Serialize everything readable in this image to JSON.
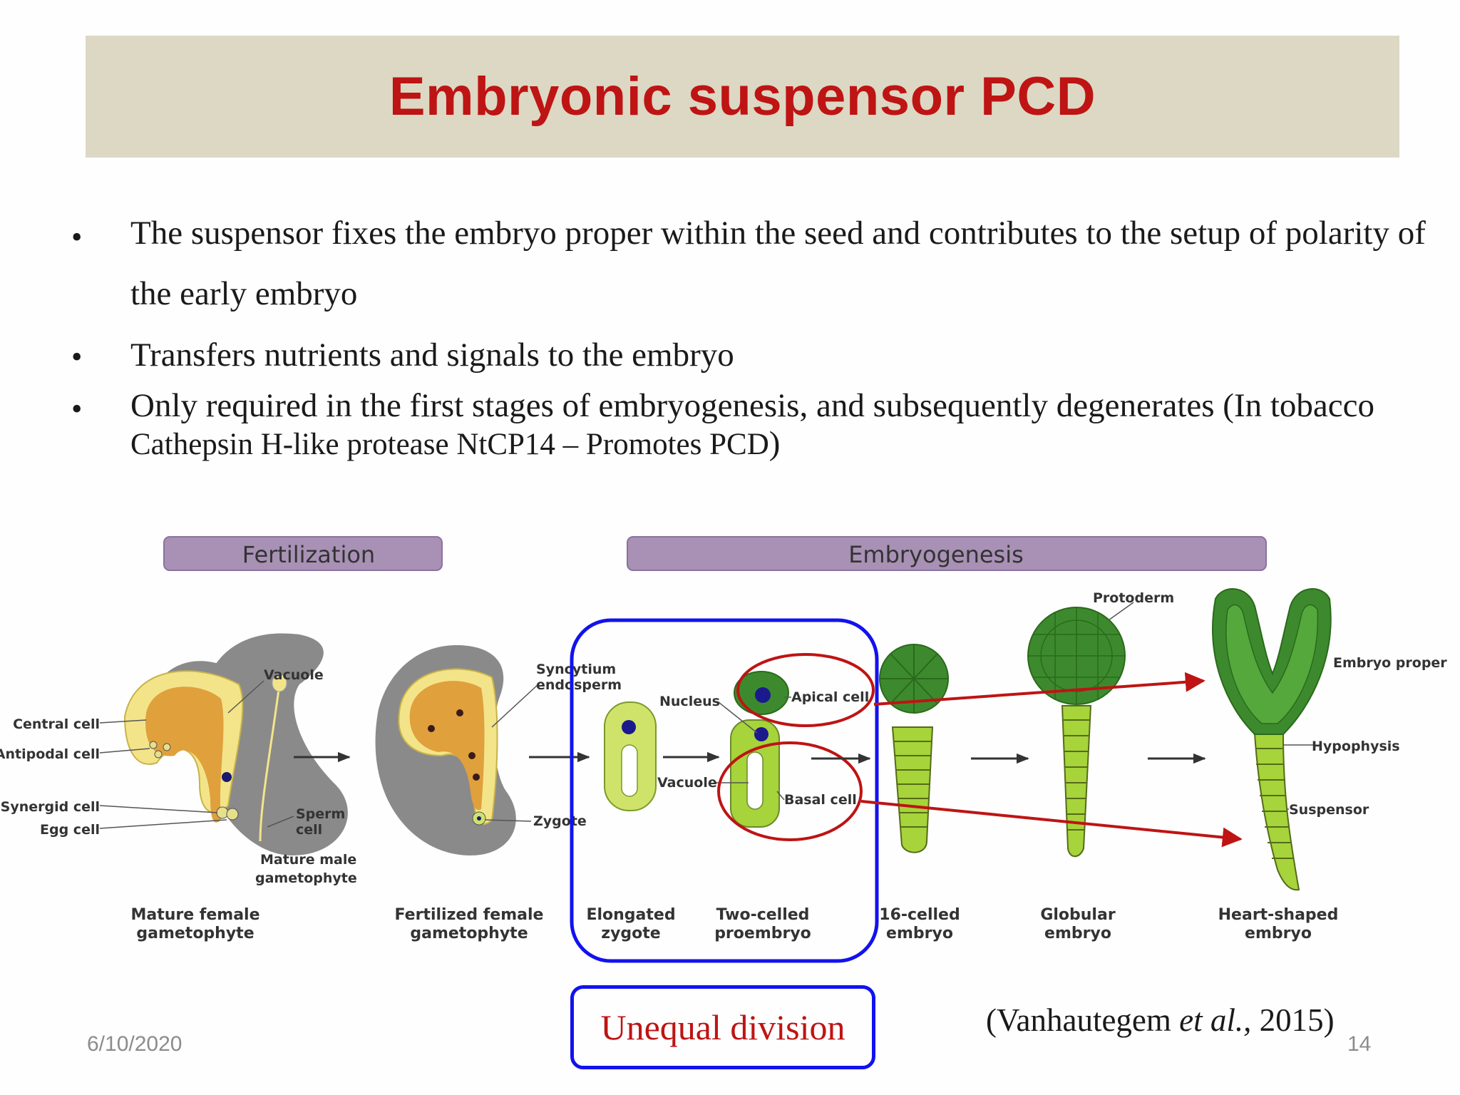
{
  "slide": {
    "title": "Embryonic suspensor PCD",
    "date": "6/10/2020",
    "page_number": "14"
  },
  "bullets": [
    {
      "text": "The suspensor fixes the embryo proper within the seed and contributes to the setup of polarity of the early embryo"
    },
    {
      "text": "Transfers nutrients and signals to the embryo"
    },
    {
      "text_main": "Only required in the first stages of embryogenesis, and subsequently degenerates (In tobacco ",
      "text_small": "Cathepsin H-like protease NtCP14 – Promotes PCD",
      "text_end": ")"
    }
  ],
  "diagram": {
    "phase_fertilization": "Fertilization",
    "phase_embryogenesis": "Embryogenesis",
    "labels": {
      "vacuole": "Vacuole",
      "central_cell": "Central cell",
      "antipodal_cell": "Antipodal cell",
      "synergid_cell": "Synergid cell",
      "egg_cell": "Egg cell",
      "sperm_line1": "Sperm",
      "sperm_line2": "cell",
      "mature_male_line1": "Mature male",
      "mature_male_line2": "gametophyte",
      "syncytium_line1": "Syncytium",
      "syncytium_line2": "endosperm",
      "zygote": "Zygote",
      "nucleus": "Nucleus",
      "vacuole2": "Vacuole",
      "apical_cell": "Apical cell",
      "basal_cell": "Basal cell",
      "protoderm": "Protoderm",
      "embryo_proper": "Embryo proper",
      "hypophysis": "Hypophysis",
      "suspensor": "Suspensor"
    },
    "stages": [
      {
        "line1": "Mature female",
        "line2": "gametophyte"
      },
      {
        "line1": "Fertilized female",
        "line2": "gametophyte"
      },
      {
        "line1": "Elongated",
        "line2": "zygote"
      },
      {
        "line1": "Two-celled",
        "line2": "proembryo"
      },
      {
        "line1": "16-celled",
        "line2": "embryo"
      },
      {
        "line1": "Globular",
        "line2": "embryo"
      },
      {
        "line1": "Heart-shaped",
        "line2": "embryo"
      }
    ],
    "colors": {
      "phase_band": "#a891b5",
      "highlight_box": "#1212ee",
      "red_annotation": "#be1414",
      "dark_green": "#3d8a2e",
      "light_green": "#a6d43a",
      "orange": "#e0a03c",
      "gray": "#7f7f7f"
    }
  },
  "callout": {
    "label": "Unequal division"
  },
  "citation": {
    "author": "(Vanhautegem ",
    "etal": "et al.,",
    "year": " 2015)"
  }
}
